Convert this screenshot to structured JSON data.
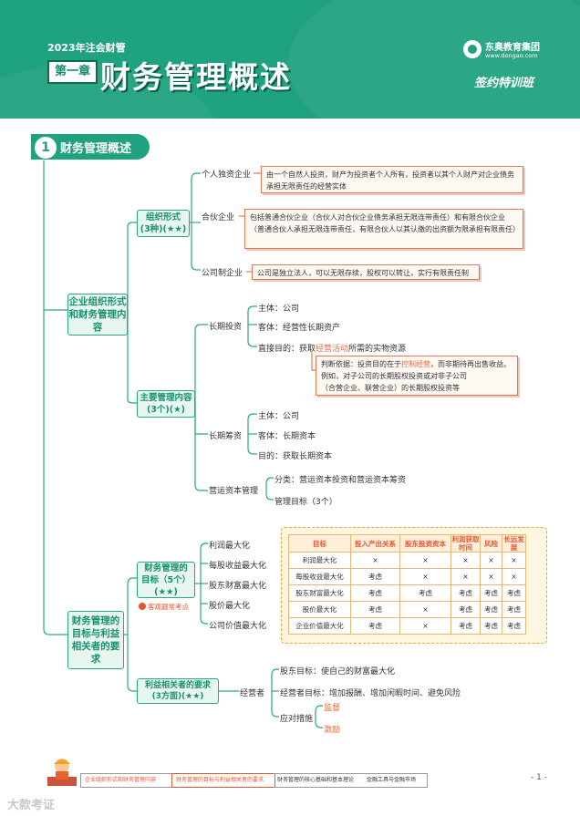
{
  "header": {
    "exam_year": "2023年注会财管",
    "chapter_badge": "第一章",
    "chapter_title": "财务管理概述",
    "logo_name": "东奥教育集团",
    "logo_url": "www.dongao.com",
    "class_label": "签约特训班",
    "bg_color": "#1fa27f"
  },
  "section": {
    "number": "1",
    "title": "财务管理概述"
  },
  "tree": {
    "org": {
      "label": "企业组织形式和财务管理内容",
      "forms": {
        "label": "组织形式\n(3种)(★★)",
        "items": [
          {
            "name": "个人独资企业",
            "note": "由一个自然人投资，财产为投资者个人所有，投资者以其个人财产对企业债务承担无限责任的经营实体"
          },
          {
            "name": "合伙企业",
            "note": "包括普通合伙企业（合伙人对合伙企业债务承担无限连带责任）和有限合伙企业（普通合伙人承担无限连带责任，有限合伙人以其认缴的出资额为限承担有限责任）"
          },
          {
            "name": "公司制企业",
            "note": "公司是独立法人，可以无限存续，股权可以转让，实行有限责任制"
          }
        ]
      },
      "content": {
        "label": "主要管理内容\n(3个)(★)",
        "long_invest": {
          "name": "长期投资",
          "subject": "主体：公司",
          "object": "客体：经营性长期资产",
          "purpose_prefix": "直接目的：获取",
          "purpose_hl": "经营活动",
          "purpose_suffix": "所需的实物资源",
          "note_line1_prefix": "判断依据：投资目的在于",
          "note_line1_hl": "控制经营",
          "note_line1_suffix": "，而非期待再出售收益。",
          "note_line2": "例如，对子公司的长期股权投资或对非子公司",
          "note_line3": "（合营企业、联营企业）的长期股权投资等"
        },
        "long_finance": {
          "name": "长期筹资",
          "subject": "主体：公司",
          "object": "客体：长期资本",
          "purpose": "目的：获取长期资本"
        },
        "working": {
          "name": "营运资本管理",
          "category": "分类：营运资本投资和营运资本筹资",
          "goal": "管理目标（3个）"
        }
      }
    },
    "goals": {
      "label": "财务管理的目标与利益相关者的要求",
      "fin_goals": {
        "label": "财务管理的\n目标（5个）\n(★★)",
        "exam_badge": "客观题常考点",
        "items": [
          "利润最大化",
          "每股收益最大化",
          "股东财富最大化",
          "股价最大化",
          "公司价值最大化"
        ]
      },
      "stake": {
        "label": "利益相关者的要求\n(3方面)(★★)",
        "manager": "经营者",
        "shareholder_goal": "股东目标：使自己的财富最大化",
        "manager_goal": "经营者目标：增加报酬、增加闲暇时间、避免风险",
        "measures": "应对措施",
        "measure_items": [
          "监督",
          "激励"
        ]
      }
    }
  },
  "goal_table": {
    "headers": [
      "目标",
      "投入产出关系",
      "股东投资资本",
      "利润获取时间",
      "风险",
      "长远发展"
    ],
    "rows": [
      [
        "利润最大化",
        "×",
        "×",
        "×",
        "×",
        "×"
      ],
      [
        "每股收益最大化",
        "考虑",
        "×",
        "×",
        "×",
        "×"
      ],
      [
        "股东财富最大化",
        "考虑",
        "考虑",
        "考虑",
        "考虑",
        "考虑"
      ],
      [
        "股价最大化",
        "考虑",
        "×",
        "考虑",
        "考虑",
        "考虑"
      ],
      [
        "企业价值最大化",
        "考虑",
        "×",
        "考虑",
        "考虑",
        "考虑"
      ]
    ]
  },
  "footer": {
    "tabs": [
      "企业组织形式和财务管理内容",
      "财务管理的目标与利益相关者的要求",
      "财务管理的核心基础和基本理论",
      "金融工具与金融市场"
    ],
    "page": "- 1 -",
    "watermark": "大款考证"
  }
}
